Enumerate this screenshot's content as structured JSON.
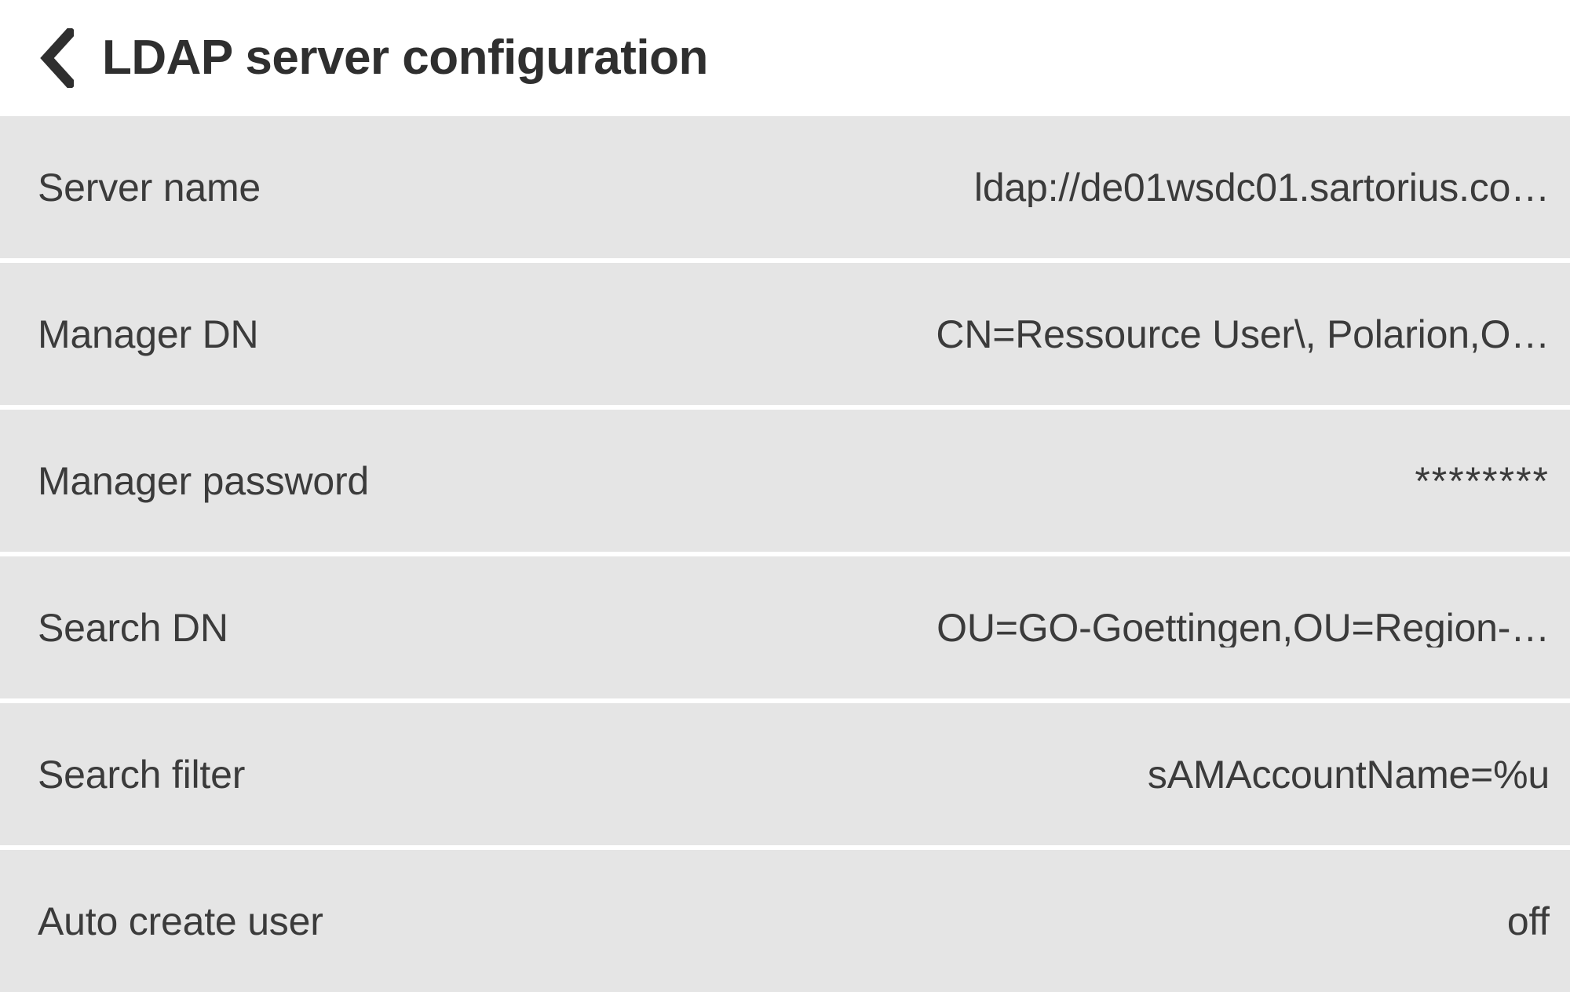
{
  "header": {
    "back_icon": "chevron-left-icon",
    "title": "LDAP server configuration"
  },
  "colors": {
    "page_background": "#ffffff",
    "row_background": "#e5e5e5",
    "row_separator": "#ffffff",
    "text_primary": "#3b3b3b",
    "title_text": "#2f2f2f"
  },
  "settings_list": {
    "rows": [
      {
        "label": "Server name",
        "value": "ldap://de01wsdc01.sartorius.co…",
        "masked": false
      },
      {
        "label": "Manager DN",
        "value": "CN=Ressource User\\, Polarion,O…",
        "masked": false
      },
      {
        "label": "Manager password",
        "value": "********",
        "masked": true
      },
      {
        "label": "Search DN",
        "value": "OU=GO-Goettingen,OU=Region-…",
        "masked": false
      },
      {
        "label": "Search filter",
        "value": "sAMAccountName=%u",
        "masked": false
      },
      {
        "label": "Auto create user",
        "value": "off",
        "masked": false
      }
    ]
  }
}
